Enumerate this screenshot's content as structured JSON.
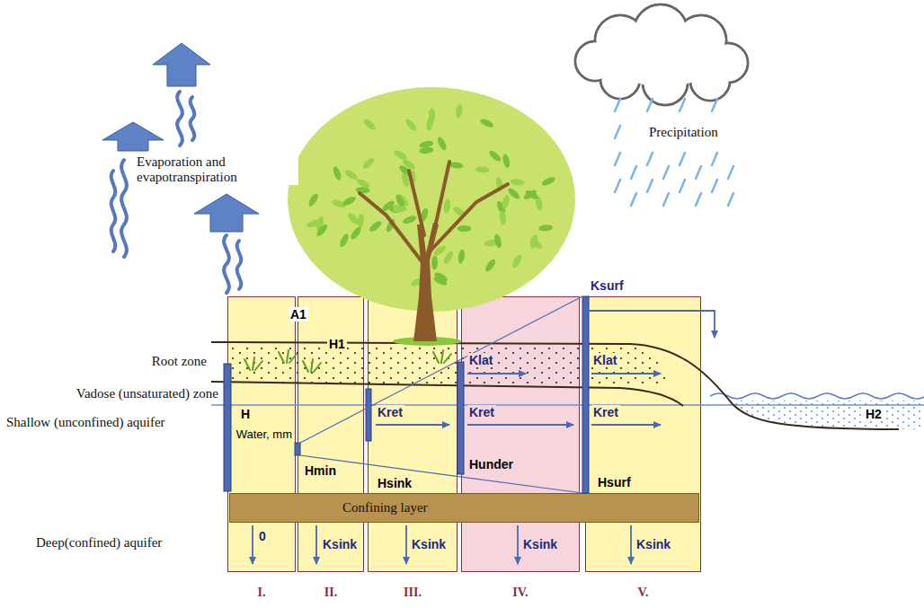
{
  "diagram": {
    "nodes": [
      {
        "text": [
          "H",
          "Water, mm",
          "0",
          "I."
        ]
      },
      {
        "text": [
          "H1",
          "Hmin",
          "Ksink",
          "II."
        ]
      },
      {
        "text": [
          "Kret",
          "Hsink",
          "Ksink",
          "III."
        ]
      },
      {
        "text": [
          "Klat",
          "Kret",
          "Hunder",
          "Ksink",
          "IV."
        ]
      },
      {
        "text": [
          "Klat",
          "Kret",
          "Hsurf",
          "Ksink",
          "V."
        ]
      },
      {
        "text": [
          "Confining layer"
        ]
      }
    ],
    "labels": [
      "Evaporation and evapotranspiration",
      "Precipitation",
      "A1",
      "Ksurf",
      "Root zone",
      "Vadose (unsaturated) zone",
      "Shallow (unconfined) aquifer",
      "Deep(confined) aquifer",
      "H2"
    ]
  }
}
